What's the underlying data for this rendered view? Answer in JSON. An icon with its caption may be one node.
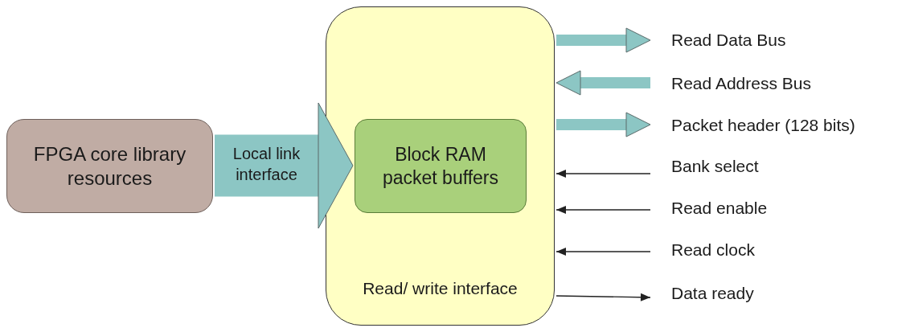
{
  "diagram": {
    "nodes": [
      {
        "text": [
          "FPGA core library resources"
        ]
      },
      {
        "text": [
          "Read/ write interface"
        ]
      },
      {
        "text": [
          "Block RAM packet buffers"
        ],
        "in": 1
      },
      {
        "text": [
          "Read Data Bus"
        ]
      },
      {
        "text": [
          "Read Address Bus"
        ]
      },
      {
        "text": [
          "Packet header (128 bits)"
        ]
      },
      {
        "text": [
          "Bank select"
        ]
      },
      {
        "text": [
          "Read enable"
        ]
      },
      {
        "text": [
          "Read clock"
        ]
      },
      {
        "text": [
          "Data ready"
        ]
      }
    ],
    "edges": [
      {
        "from": 0,
        "to": 2,
        "arrow": "to",
        "label": "Local link interface",
        "style": "thick",
        "color": "#8cc6c4"
      },
      {
        "from": 1,
        "to": 3,
        "arrow": "to",
        "style": "thick",
        "color": "#8cc6c4"
      },
      {
        "from": 4,
        "to": 1,
        "arrow": "to",
        "style": "thick",
        "color": "#8cc6c4"
      },
      {
        "from": 1,
        "to": 5,
        "arrow": "to",
        "style": "thick",
        "color": "#8cc6c4"
      },
      {
        "from": 6,
        "to": 1,
        "arrow": "to",
        "color": "#222222"
      },
      {
        "from": 7,
        "to": 1,
        "arrow": "to",
        "color": "#222222"
      },
      {
        "from": 8,
        "to": 1,
        "arrow": "to",
        "color": "#222222"
      },
      {
        "from": 1,
        "to": 9,
        "arrow": "to",
        "color": "#222222"
      }
    ]
  }
}
